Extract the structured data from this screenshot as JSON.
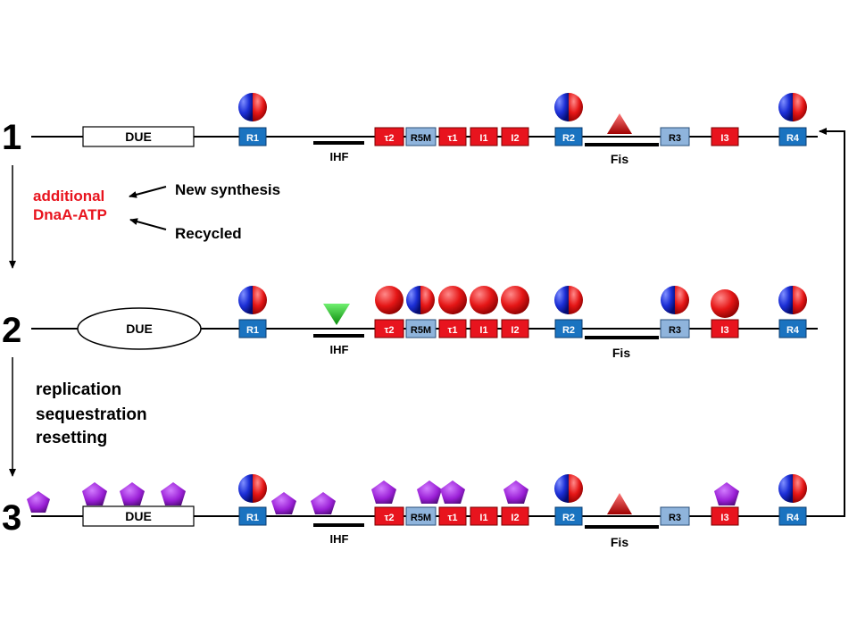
{
  "steps": [
    "1",
    "2",
    "3"
  ],
  "due_label": "DUE",
  "ihf_label": "IHF",
  "fis_label": "Fis",
  "boxes": {
    "R1": "R1",
    "t2": "τ2",
    "R5M": "R5M",
    "t1": "τ1",
    "I1": "I1",
    "I2": "I2",
    "R2": "R2",
    "R3": "R3",
    "I3": "I3",
    "R4": "R4"
  },
  "transition_1_2": {
    "additional": "additional",
    "dnaa_atp": "DnaA-ATP",
    "new_synthesis": "New synthesis",
    "recycled": "Recycled"
  },
  "transition_2_3": {
    "replication": "replication",
    "sequestration": "sequestration",
    "resetting": "resetting"
  },
  "colors": {
    "site_red": "#e8141e",
    "site_blue": "#1a73c0",
    "site_lightblue": "#8fb4dc",
    "dnaa_half_blue": "#1c2fd6",
    "dnaa_red": "#e51616",
    "fis_red": "#d01010",
    "ihf_green": "#1bbf1b",
    "seqa_purple": "#9a1fd6",
    "annotation_red": "#e8141e"
  }
}
